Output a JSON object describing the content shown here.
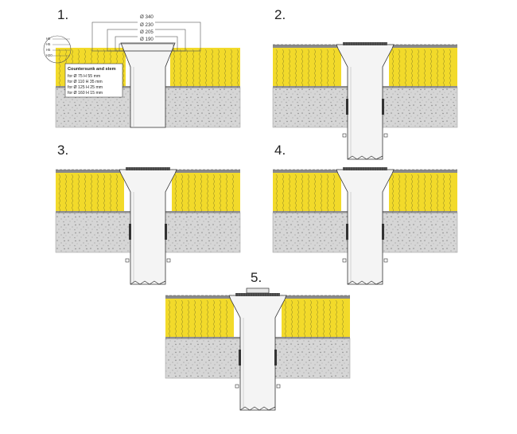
{
  "steps": [
    {
      "number": "1."
    },
    {
      "number": "2."
    },
    {
      "number": "3."
    },
    {
      "number": "4."
    },
    {
      "number": "5."
    }
  ],
  "dimensions": [
    "Ø 340",
    "Ø 230",
    "Ø 205",
    "Ø 190"
  ],
  "side_labels": [
    "H8",
    "H5",
    "H5",
    "H20"
  ],
  "note": {
    "title": "Countersunk and stem",
    "lines": [
      "for Ø  75 H 55 mm",
      "for Ø 110 H 35 mm",
      "for Ø 125 H 25 mm",
      "for Ø 160 H 15 mm"
    ]
  },
  "colors": {
    "insulation": "#f2da2a",
    "insulation_line": "#5a5a2a",
    "concrete": "#d4d4d4",
    "membrane": "#8a8a8a",
    "outline": "#333333"
  }
}
